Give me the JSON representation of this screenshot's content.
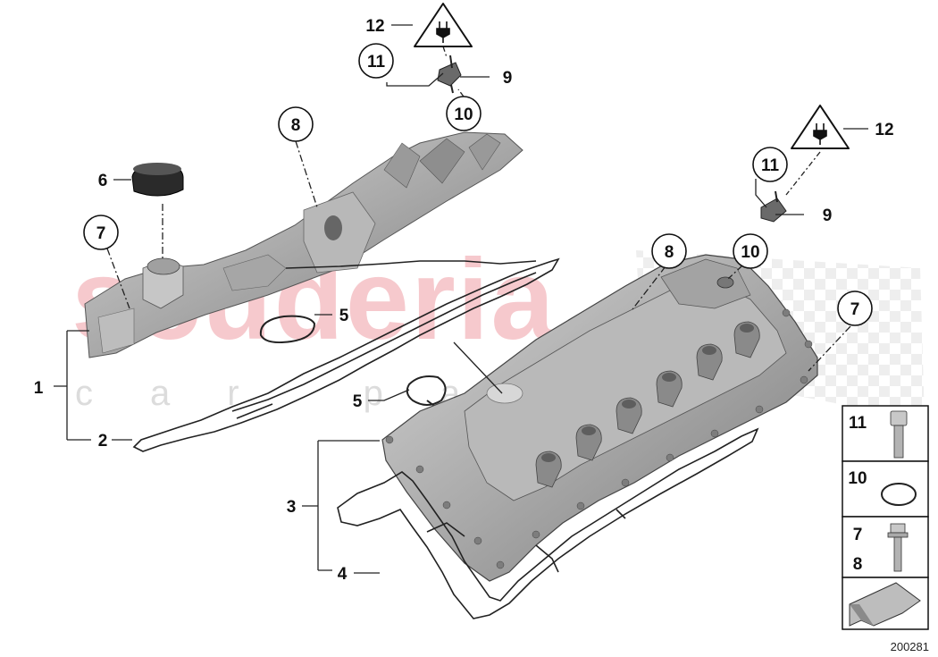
{
  "watermark": {
    "main": "scuderia",
    "sub": "car parts"
  },
  "callouts": {
    "c1": "1",
    "c2": "2",
    "c3": "3",
    "c4": "4",
    "c5a": "5",
    "c5b": "5",
    "c6": "6",
    "c7a": "7",
    "c7b": "7",
    "c8a": "8",
    "c8b": "8",
    "c9a": "9",
    "c9b": "9",
    "c10a": "10",
    "c10b": "10",
    "c11a": "11",
    "c11b": "11",
    "c12a": "12",
    "c12b": "12"
  },
  "legend": {
    "row1": "11",
    "row2": "10",
    "row3a": "7",
    "row3b": "8"
  },
  "reference_number": "200281"
}
